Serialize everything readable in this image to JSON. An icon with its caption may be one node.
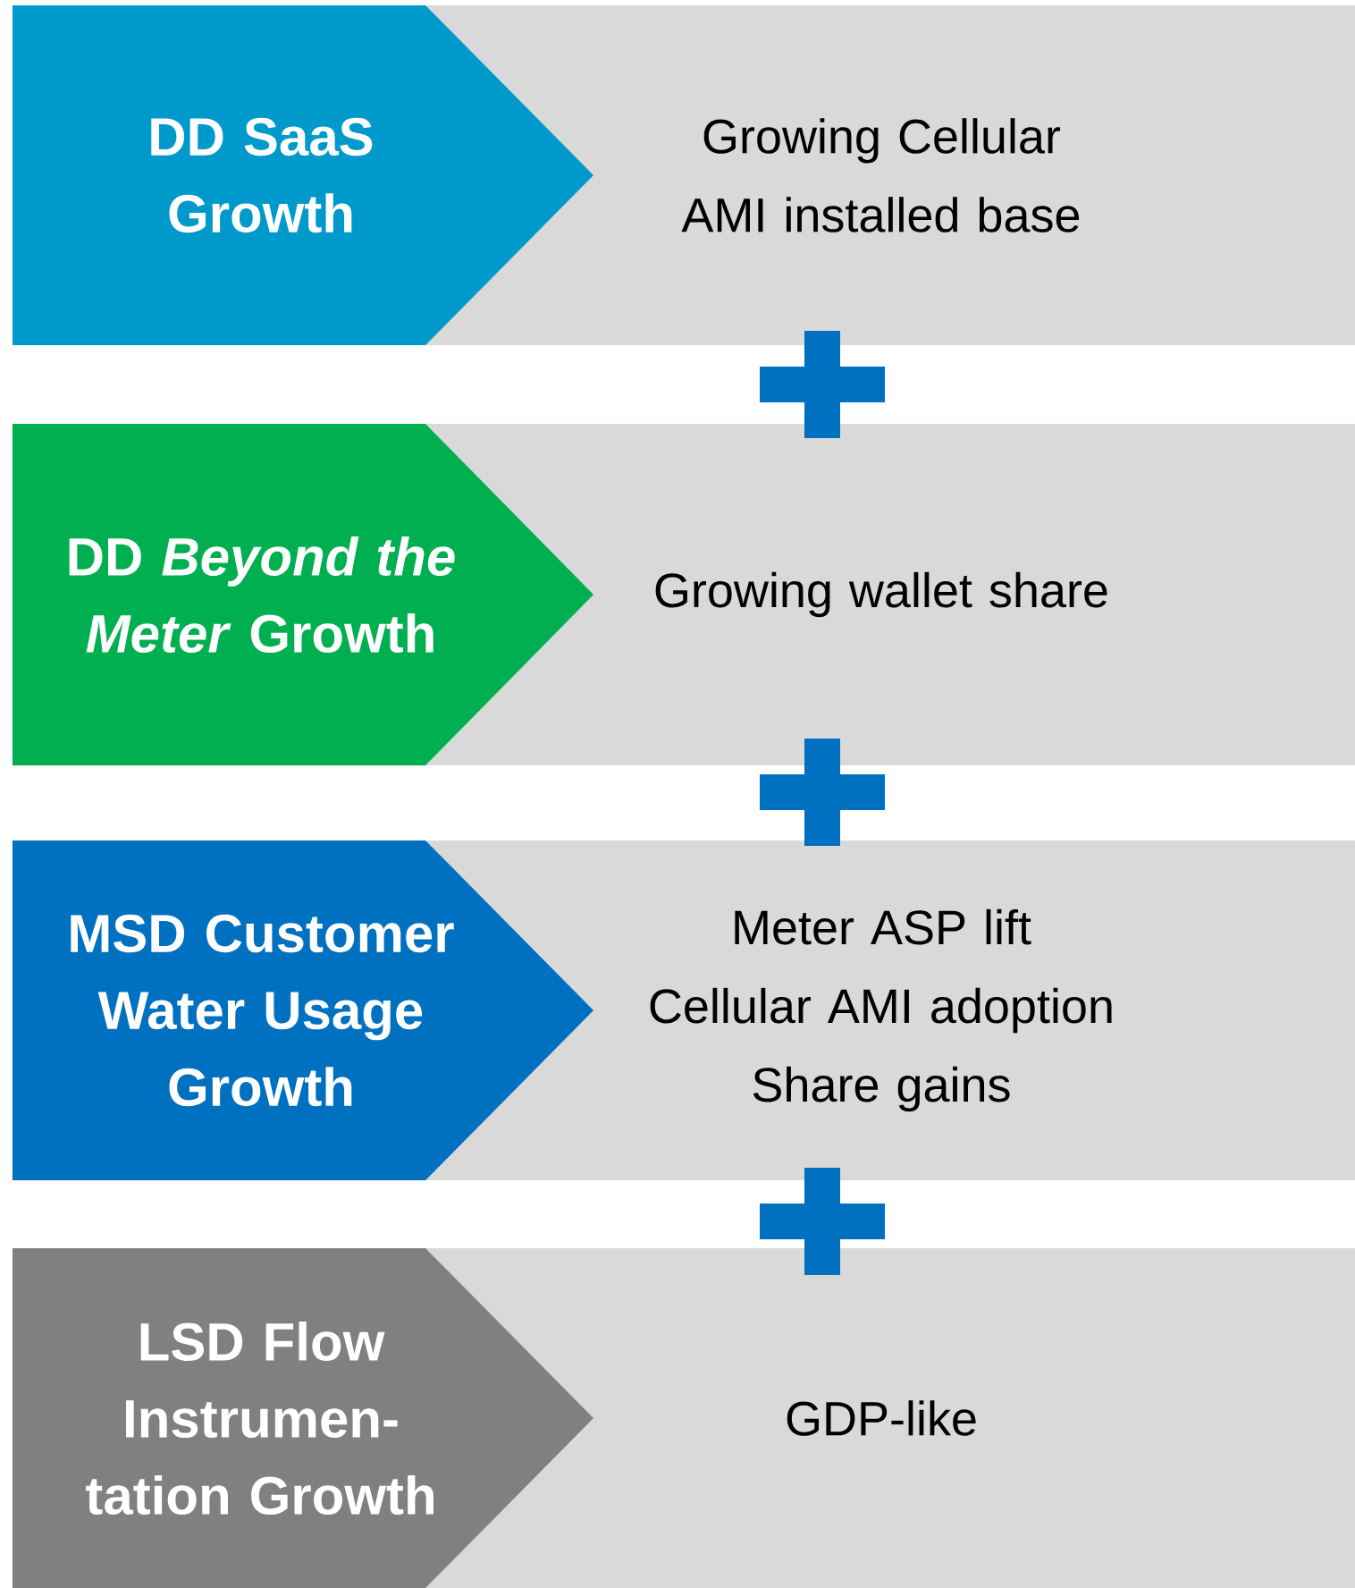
{
  "diagram": {
    "nodes": [
      {
        "text": [
          "Growing Cellular AMI installed base"
        ]
      },
      {
        "text": [
          "DD SaaS Growth"
        ]
      },
      {
        "text": [
          "Growing wallet share"
        ]
      },
      {
        "text": [
          "DD *Beyond the Meter* Growth"
        ]
      },
      {
        "text": [
          "Meter ASP lift",
          "Cellular AMI adoption",
          "Share gains"
        ]
      },
      {
        "text": [
          "MSD Customer Water Usage Growth"
        ]
      },
      {
        "text": [
          "GDP-like"
        ]
      },
      {
        "text": [
          "LSD Flow Instrumen-tation Growth"
        ]
      }
    ]
  }
}
